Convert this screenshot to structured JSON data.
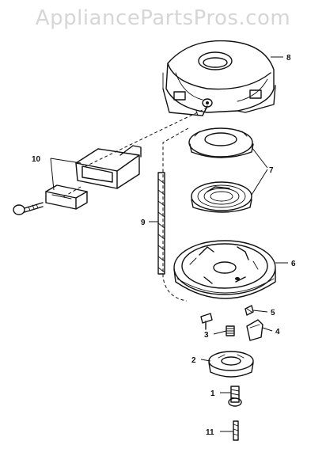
{
  "watermark": "AppliancePartsPros.com",
  "callouts": [
    {
      "id": "p8",
      "label": "8"
    },
    {
      "id": "p10",
      "label": "10"
    },
    {
      "id": "p7",
      "label": "7"
    },
    {
      "id": "p9",
      "label": "9"
    },
    {
      "id": "p6",
      "label": "6"
    },
    {
      "id": "p5",
      "label": "5"
    },
    {
      "id": "p4",
      "label": "4"
    },
    {
      "id": "p3",
      "label": "3"
    },
    {
      "id": "p2",
      "label": "2"
    },
    {
      "id": "p1",
      "label": "1"
    },
    {
      "id": "p11",
      "label": "11"
    }
  ],
  "colors": {
    "ink": "#111111",
    "watermark": "#d6d6d6",
    "background": "#ffffff"
  }
}
